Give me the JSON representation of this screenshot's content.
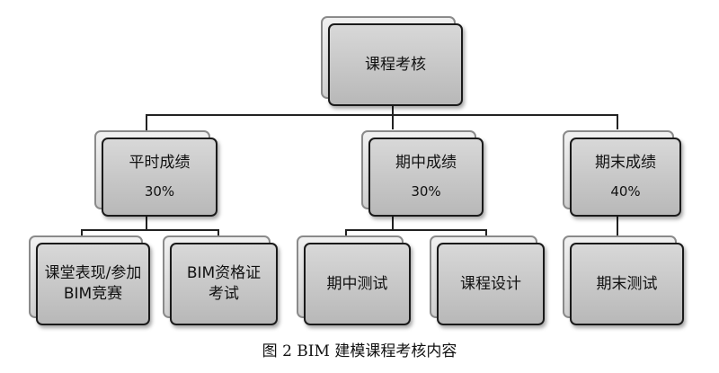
{
  "diagram": {
    "root": {
      "label": "课程考核"
    },
    "groups": [
      {
        "label": "平时成绩",
        "percent": "30%",
        "children": [
          "课堂表现/参加BIM竞赛",
          "BIM资格证考试"
        ]
      },
      {
        "label": "期中成绩",
        "percent": "30%",
        "children": [
          "期中测试",
          "课程设计"
        ]
      },
      {
        "label": "期末成绩",
        "percent": "40%",
        "children": [
          "期末测试"
        ]
      }
    ]
  },
  "caption": "图 2  BIM 建模课程考核内容"
}
